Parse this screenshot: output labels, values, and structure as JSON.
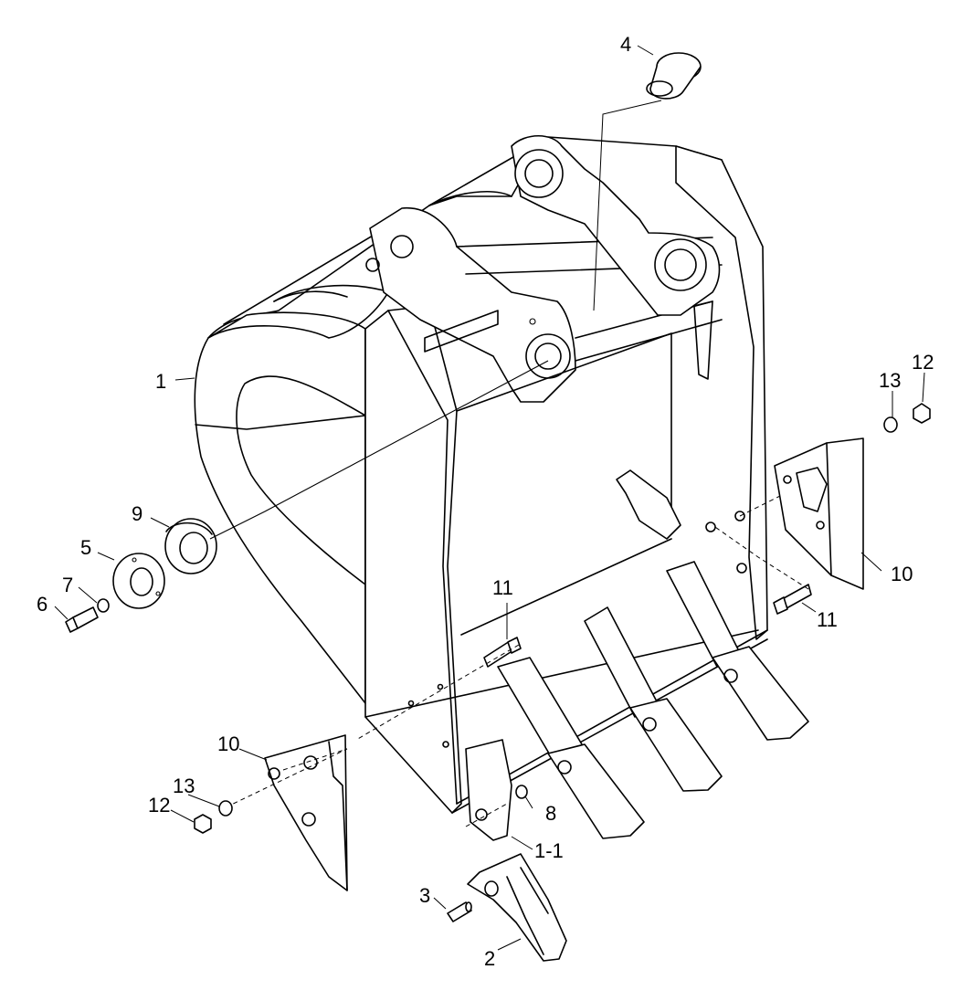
{
  "diagram": {
    "parts": [
      {
        "id": "p1",
        "label": "1",
        "name": "bucket-body"
      },
      {
        "id": "p1-1",
        "label": "1-1",
        "name": "tooth-adapter"
      },
      {
        "id": "p2",
        "label": "2",
        "name": "tooth-point"
      },
      {
        "id": "p3",
        "label": "3",
        "name": "tooth-pin"
      },
      {
        "id": "p4",
        "label": "4",
        "name": "bushing"
      },
      {
        "id": "p5",
        "label": "5",
        "name": "shim-plate"
      },
      {
        "id": "p6",
        "label": "6",
        "name": "bolt"
      },
      {
        "id": "p7",
        "label": "7",
        "name": "washer"
      },
      {
        "id": "p8",
        "label": "8",
        "name": "lock-washer"
      },
      {
        "id": "p9",
        "label": "9",
        "name": "boss-ring"
      },
      {
        "id": "p10a",
        "label": "10",
        "name": "side-cutter-left"
      },
      {
        "id": "p10b",
        "label": "10",
        "name": "side-cutter-right"
      },
      {
        "id": "p11a",
        "label": "11",
        "name": "bolt-left"
      },
      {
        "id": "p11b",
        "label": "11",
        "name": "bolt-right"
      },
      {
        "id": "p12a",
        "label": "12",
        "name": "nut-left"
      },
      {
        "id": "p12b",
        "label": "12",
        "name": "nut-right"
      },
      {
        "id": "p13a",
        "label": "13",
        "name": "washer-left"
      },
      {
        "id": "p13b",
        "label": "13",
        "name": "washer-right"
      }
    ]
  }
}
